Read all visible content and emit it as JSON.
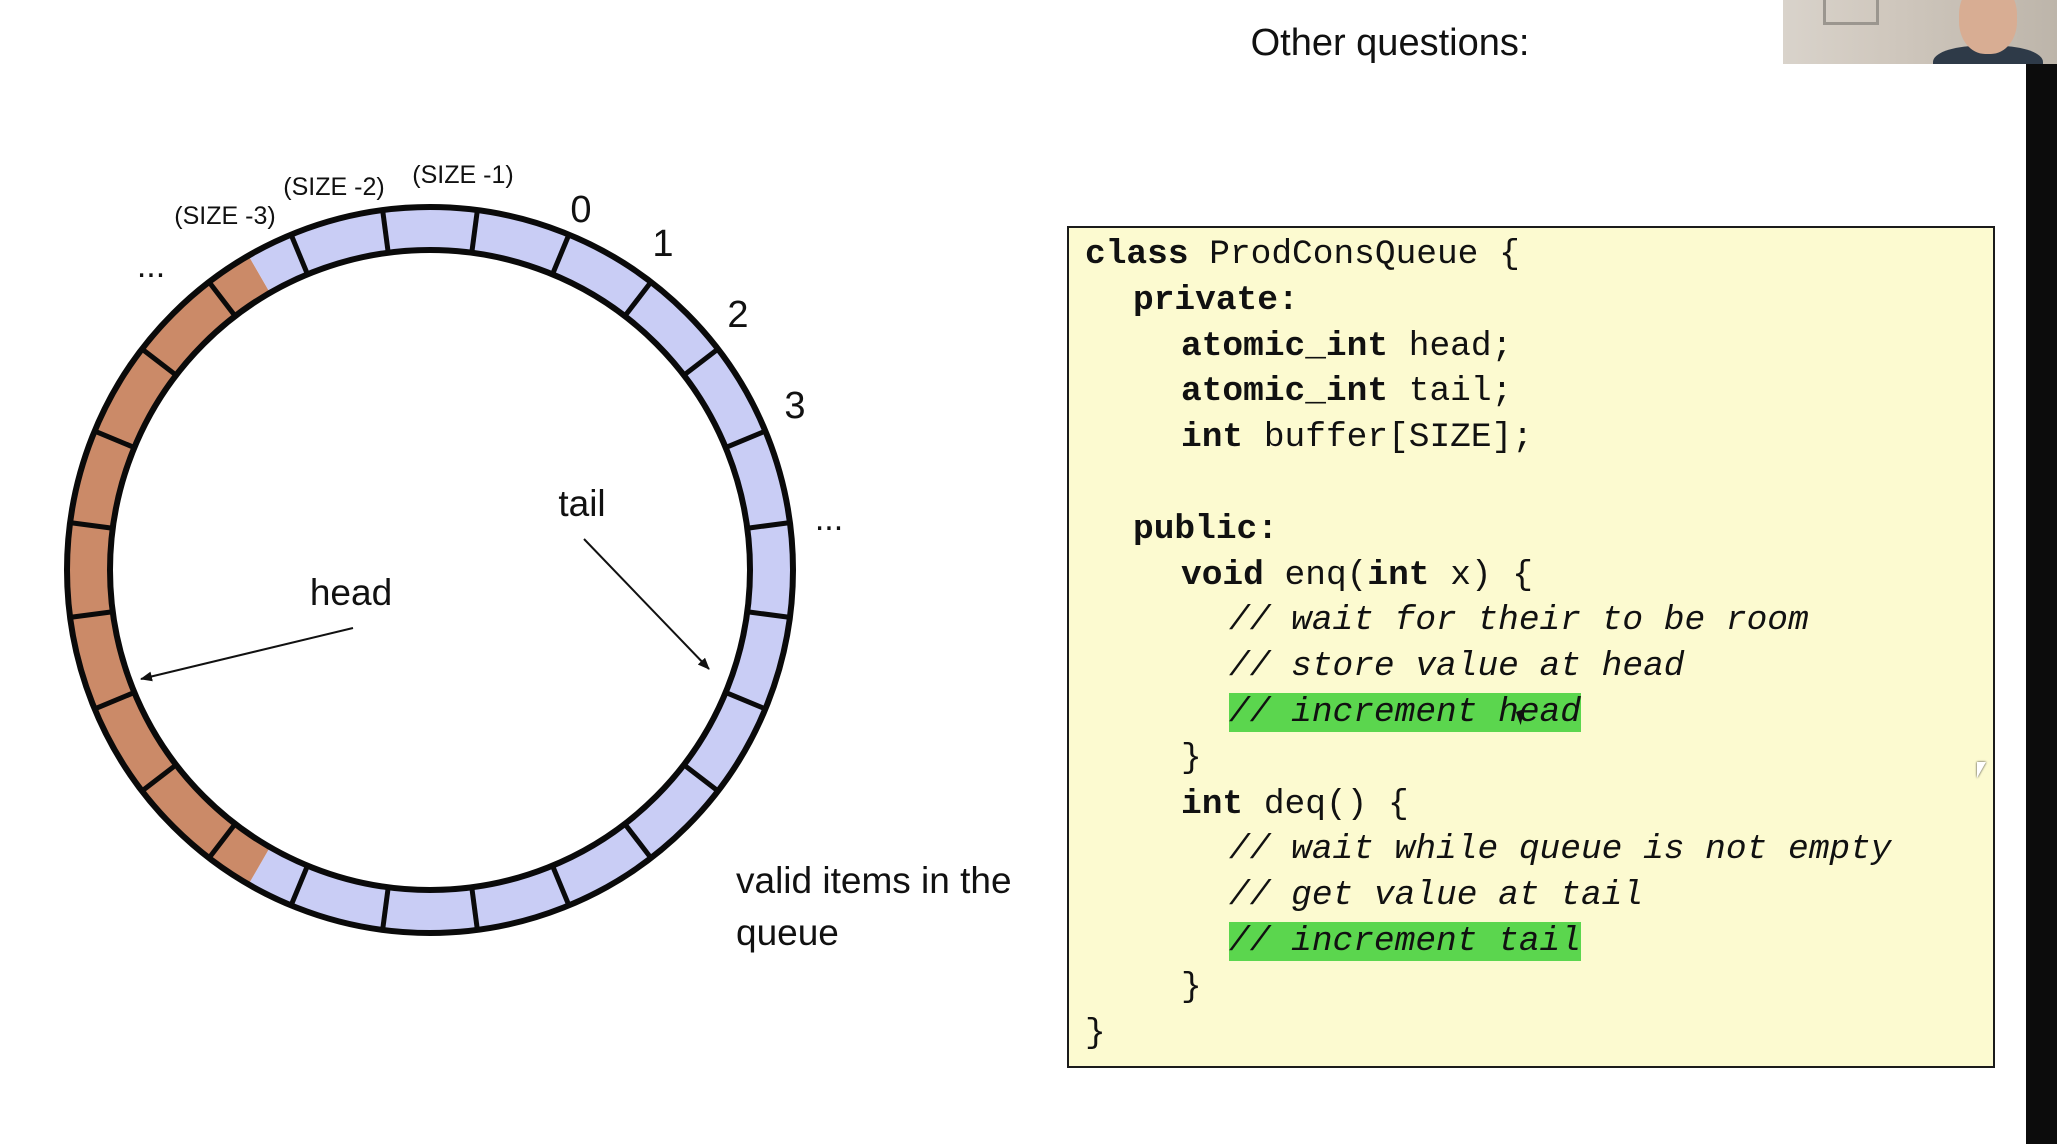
{
  "slide": {
    "title": "Other questions:"
  },
  "ring": {
    "segment_count": 24,
    "colors": {
      "empty": "#c9cdf5",
      "filled": "#cb8a68",
      "stroke": "#0a0a0a"
    },
    "index_labels": [
      {
        "id": "size-minus-3",
        "text": "(SIZE -3)"
      },
      {
        "id": "size-minus-2",
        "text": "(SIZE -2)"
      },
      {
        "id": "size-minus-1",
        "text": "(SIZE -1)"
      },
      {
        "id": "zero",
        "text": "0"
      },
      {
        "id": "one",
        "text": "1"
      },
      {
        "id": "two",
        "text": "2"
      },
      {
        "id": "three",
        "text": "3"
      },
      {
        "id": "ellipsis-left",
        "text": "..."
      },
      {
        "id": "ellipsis-right",
        "text": "..."
      }
    ],
    "pointers": {
      "head": "head",
      "tail": "tail"
    },
    "valid_items_label": "valid items in the queue"
  },
  "code": {
    "highlight_color": "#5bd64e",
    "lines": [
      {
        "indent": 0,
        "parts": [
          {
            "t": "class",
            "s": "kw"
          },
          {
            "t": " ProdConsQueue {"
          }
        ]
      },
      {
        "indent": 1,
        "parts": [
          {
            "t": "private:",
            "s": "kw"
          }
        ]
      },
      {
        "indent": 2,
        "parts": [
          {
            "t": "atomic_int",
            "s": "kw"
          },
          {
            "t": " head;"
          }
        ]
      },
      {
        "indent": 2,
        "parts": [
          {
            "t": "atomic_int",
            "s": "kw"
          },
          {
            "t": " tail;"
          }
        ]
      },
      {
        "indent": 2,
        "parts": [
          {
            "t": "int",
            "s": "kw"
          },
          {
            "t": " buffer[SIZE];"
          }
        ]
      },
      {
        "indent": 0,
        "parts": []
      },
      {
        "indent": 1,
        "parts": [
          {
            "t": "public:",
            "s": "kw"
          }
        ]
      },
      {
        "indent": 2,
        "parts": [
          {
            "t": "void",
            "s": "kw"
          },
          {
            "t": " enq("
          },
          {
            "t": "int",
            "s": "kw"
          },
          {
            "t": " x) {"
          }
        ]
      },
      {
        "indent": 3,
        "parts": [
          {
            "t": "// wait for their to be room",
            "s": "cm"
          }
        ]
      },
      {
        "indent": 3,
        "parts": [
          {
            "t": "// store value at head",
            "s": "cm"
          }
        ]
      },
      {
        "indent": 3,
        "parts": [
          {
            "t": "// increment head",
            "s": "cm hl"
          }
        ]
      },
      {
        "indent": 2,
        "parts": [
          {
            "t": "}"
          }
        ]
      },
      {
        "indent": 2,
        "parts": [
          {
            "t": "int",
            "s": "kw"
          },
          {
            "t": " deq() {"
          }
        ]
      },
      {
        "indent": 3,
        "parts": [
          {
            "t": "// wait while queue is not empty",
            "s": "cm"
          }
        ]
      },
      {
        "indent": 3,
        "parts": [
          {
            "t": "// get value at tail",
            "s": "cm"
          }
        ]
      },
      {
        "indent": 3,
        "parts": [
          {
            "t": "// increment tail",
            "s": "cm hl"
          }
        ]
      },
      {
        "indent": 2,
        "parts": [
          {
            "t": "}"
          }
        ]
      },
      {
        "indent": 0,
        "parts": [
          {
            "t": "}"
          }
        ]
      }
    ]
  }
}
